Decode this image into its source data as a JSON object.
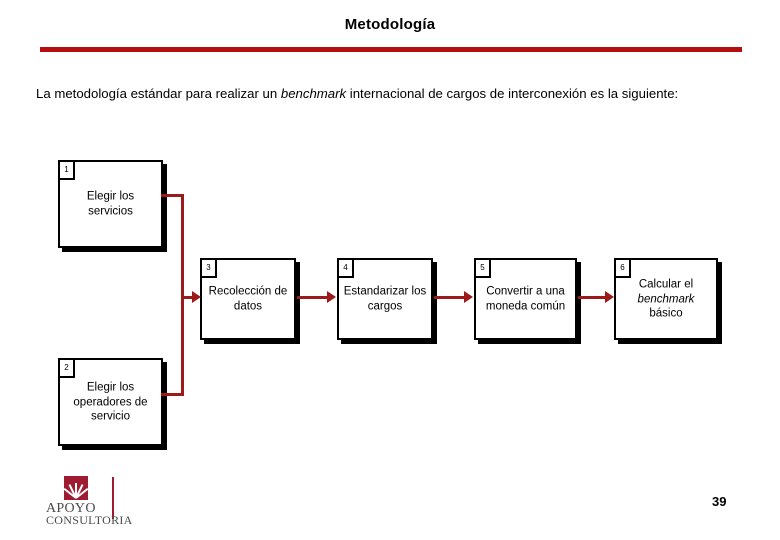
{
  "slide": {
    "title": "Metodología",
    "page_number": "39",
    "accent_color": "#b30f10",
    "connector_color": "#9b1b1b",
    "box_border_color": "#000000"
  },
  "intro": {
    "part1": "La metodología estándar para realizar un ",
    "emphasis": "benchmark",
    "part2": " internacional de cargos de interconexión es la siguiente:"
  },
  "flow": {
    "boxes": [
      {
        "number": "1",
        "label": "Elegir los servicios"
      },
      {
        "number": "2",
        "label": "Elegir los operadores de servicio"
      },
      {
        "number": "3",
        "label": "Recolección de datos"
      },
      {
        "number": "4",
        "label": "Estandarizar los cargos"
      },
      {
        "number": "5",
        "label": "Convertir a una moneda común"
      },
      {
        "number": "6",
        "label_part1": "Calcular el ",
        "label_emphasis": "benchmark",
        "label_part2": " básico"
      }
    ]
  },
  "logo": {
    "name_line1": "APOYO",
    "name_line2": "CONSULTORIA",
    "mark_color": "#9e1b32"
  }
}
